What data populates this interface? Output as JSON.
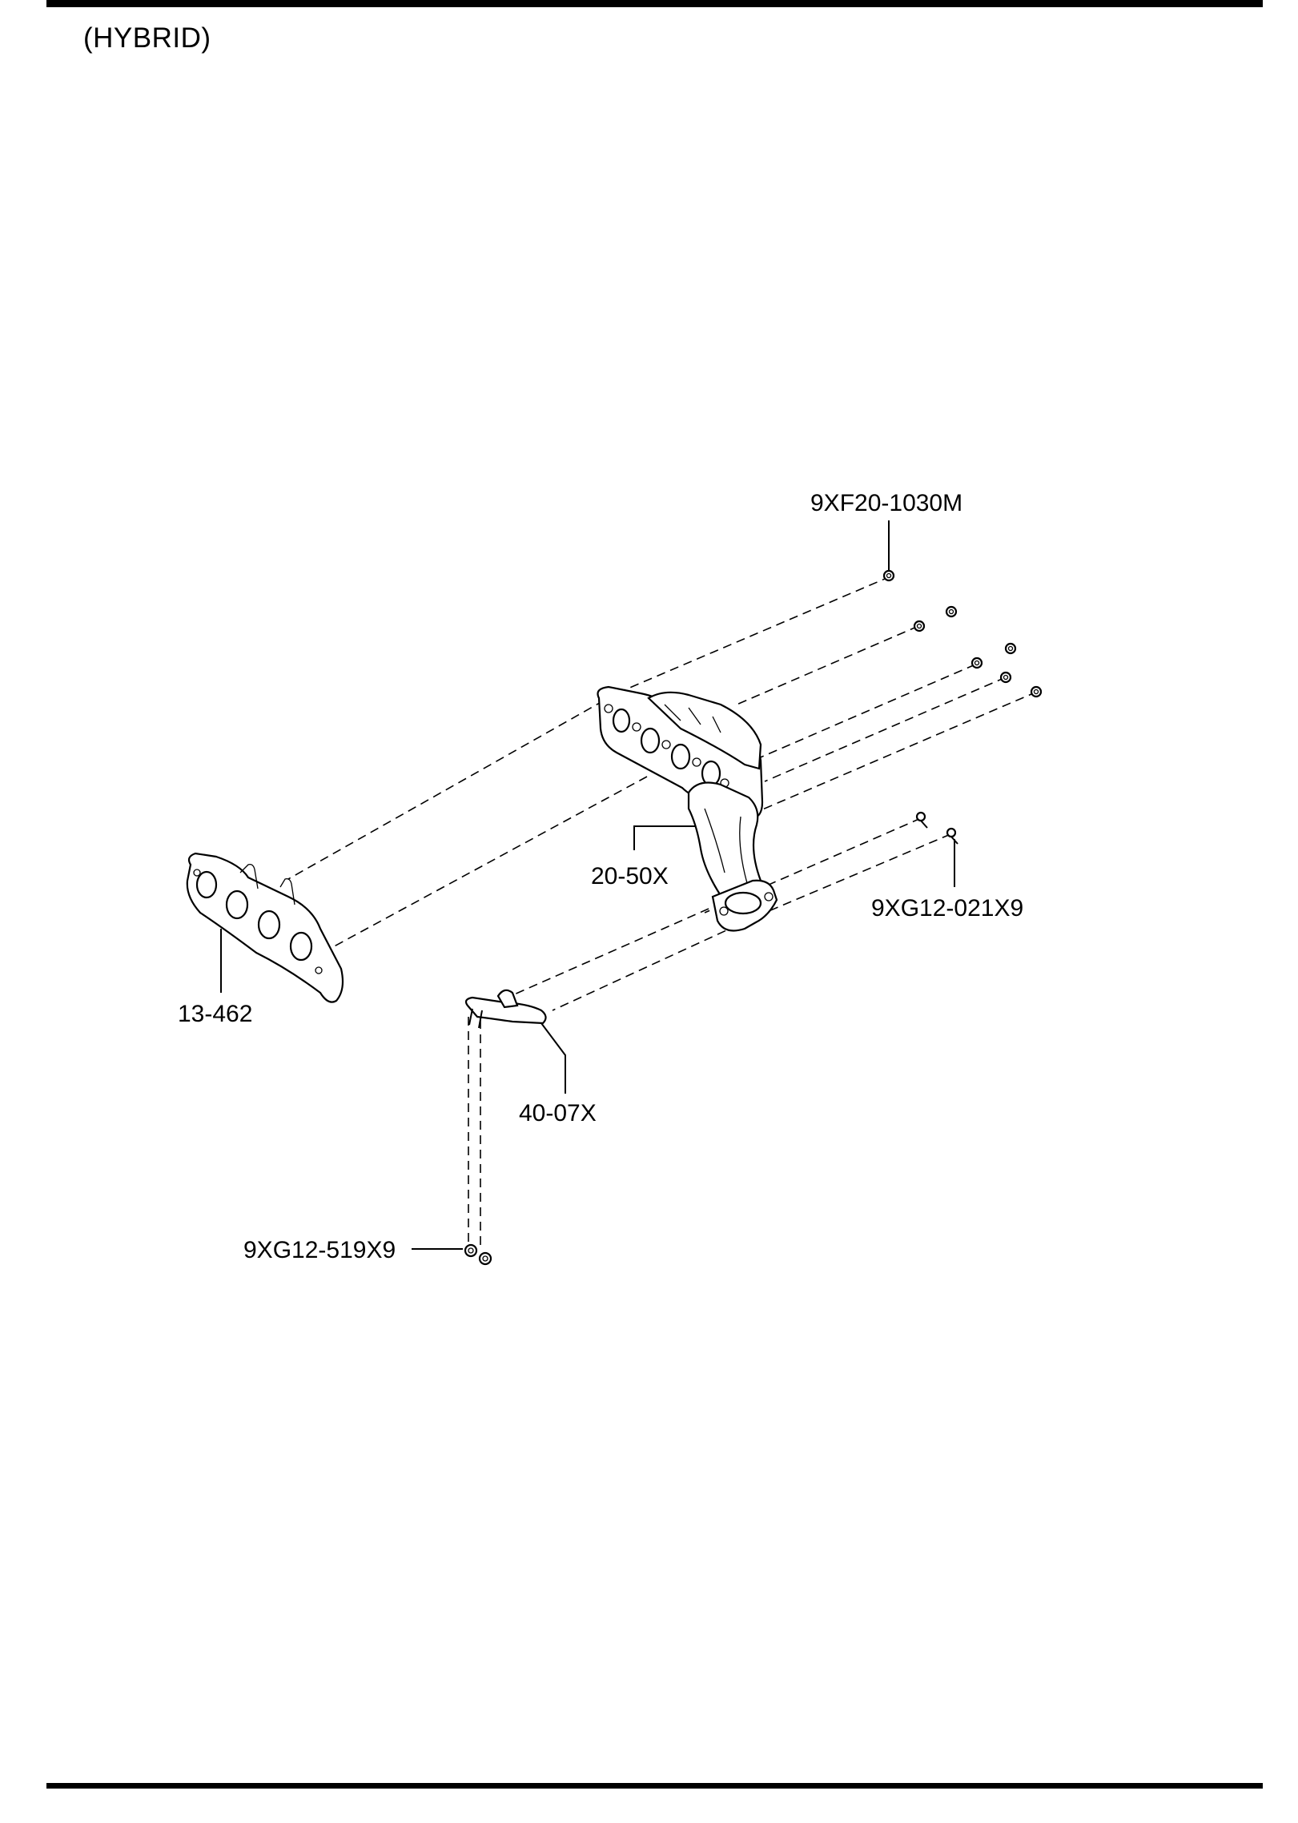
{
  "header": {
    "title": "(HYBRID)"
  },
  "callouts": [
    {
      "id": "nut-top",
      "text": "9XF20-1030M"
    },
    {
      "id": "manifold",
      "text": "20-50X"
    },
    {
      "id": "bolt-right",
      "text": "9XG12-021X9"
    },
    {
      "id": "gasket",
      "text": "13-462"
    },
    {
      "id": "bracket",
      "text": "40-07X"
    },
    {
      "id": "bolt-bottom",
      "text": "9XG12-519X9"
    }
  ]
}
